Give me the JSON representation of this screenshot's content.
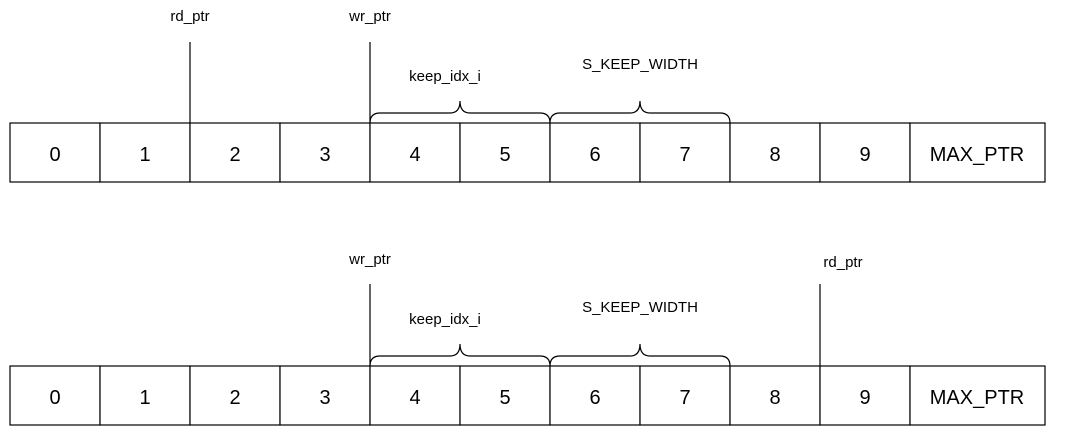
{
  "diagrams": [
    {
      "cells": [
        "0",
        "1",
        "2",
        "3",
        "4",
        "5",
        "6",
        "7",
        "8",
        "9",
        "MAX_PTR"
      ],
      "pointers": [
        {
          "label": "rd_ptr",
          "cell": 2
        },
        {
          "label": "wr_ptr",
          "cell": 4
        }
      ],
      "braces": [
        {
          "label": "keep_idx_i",
          "from_cell": 4,
          "to_cell": 5
        },
        {
          "label": "S_KEEP_WIDTH",
          "from_cell": 6,
          "to_cell": 7
        }
      ]
    },
    {
      "cells": [
        "0",
        "1",
        "2",
        "3",
        "4",
        "5",
        "6",
        "7",
        "8",
        "9",
        "MAX_PTR"
      ],
      "pointers": [
        {
          "label": "wr_ptr",
          "cell": 4
        },
        {
          "label": "rd_ptr",
          "cell": 9
        }
      ],
      "braces": [
        {
          "label": "keep_idx_i",
          "from_cell": 4,
          "to_cell": 5
        },
        {
          "label": "S_KEEP_WIDTH",
          "from_cell": 6,
          "to_cell": 7
        }
      ]
    }
  ]
}
